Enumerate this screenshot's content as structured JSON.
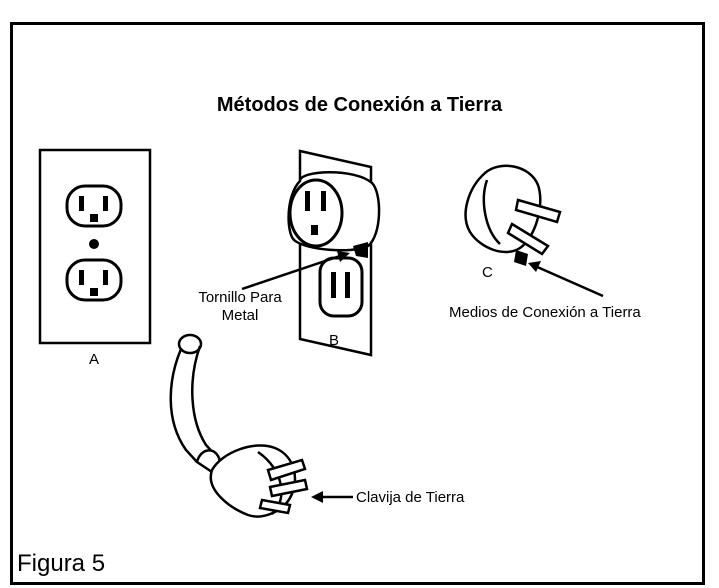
{
  "title": "Métodos de Conexión a Tierra",
  "labels": {
    "a": "A",
    "b": "B",
    "c": "C",
    "screw_line1": "Tornillo Para",
    "screw_line2": "Metal",
    "grounding_means": "Medios de Conexión a Tierra",
    "ground_pin": "Clavija de Tierra"
  },
  "caption": "Figura 5"
}
